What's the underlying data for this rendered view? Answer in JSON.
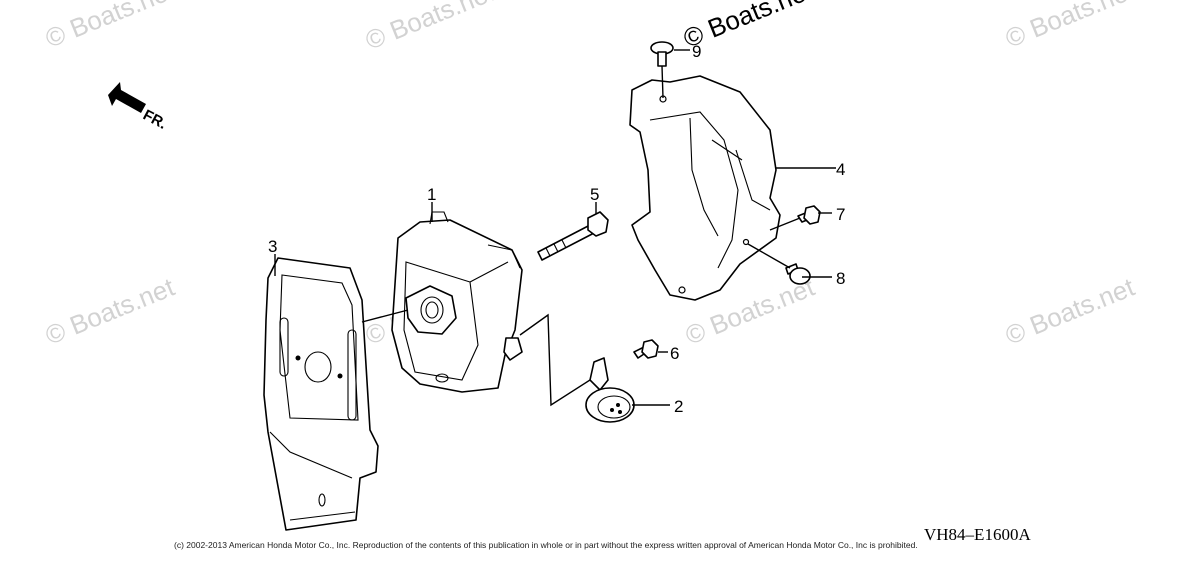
{
  "watermark": "© Boats.net",
  "direction_label": "FR.",
  "callouts": [
    "1",
    "2",
    "3",
    "4",
    "5",
    "6",
    "7",
    "8",
    "9"
  ],
  "diagram_code": "VH84–E1600A",
  "copyright": "(c) 2002-2013 American Honda Motor Co., Inc. Reproduction of the contents of this publication in whole or in part without the express written approval of American Honda Motor Co., Inc is prohibited."
}
